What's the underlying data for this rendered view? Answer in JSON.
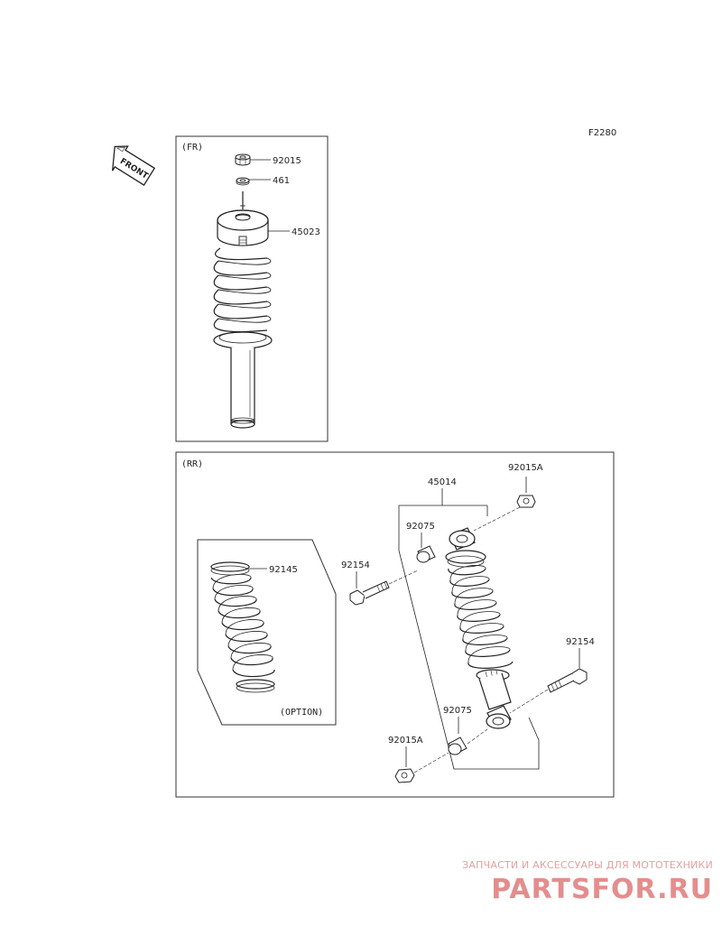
{
  "figure_code": "F2280",
  "front_arrow": {
    "label": "FRONT",
    "icon": "front-arrow-icon"
  },
  "sections": {
    "front": {
      "label": "(FR)",
      "parts": [
        {
          "number": "92015",
          "name": "nut"
        },
        {
          "number": "461",
          "name": "washer"
        },
        {
          "number": "45023",
          "name": "shock-absorber-assembly"
        }
      ]
    },
    "rear": {
      "label": "(RR)",
      "parts": [
        {
          "number": "45014",
          "name": "shock-absorber-assembly"
        },
        {
          "number": "92015A",
          "name": "nut-top"
        },
        {
          "number": "92075",
          "name": "bushing-upper"
        },
        {
          "number": "92154",
          "name": "bolt-left"
        },
        {
          "number": "92154",
          "name": "bolt-right"
        },
        {
          "number": "92075",
          "name": "bushing-lower"
        },
        {
          "number": "92015A",
          "name": "nut-bottom"
        }
      ],
      "option": {
        "part": "92145",
        "label": "(OPTION)"
      }
    }
  },
  "watermark": {
    "tagline": "ЗАПЧАСТИ И АКСЕССУАРЫ ДЛЯ МОТОТЕХНИКИ",
    "brand": "PARTSFOR.RU",
    "color": "#e58d8d"
  }
}
